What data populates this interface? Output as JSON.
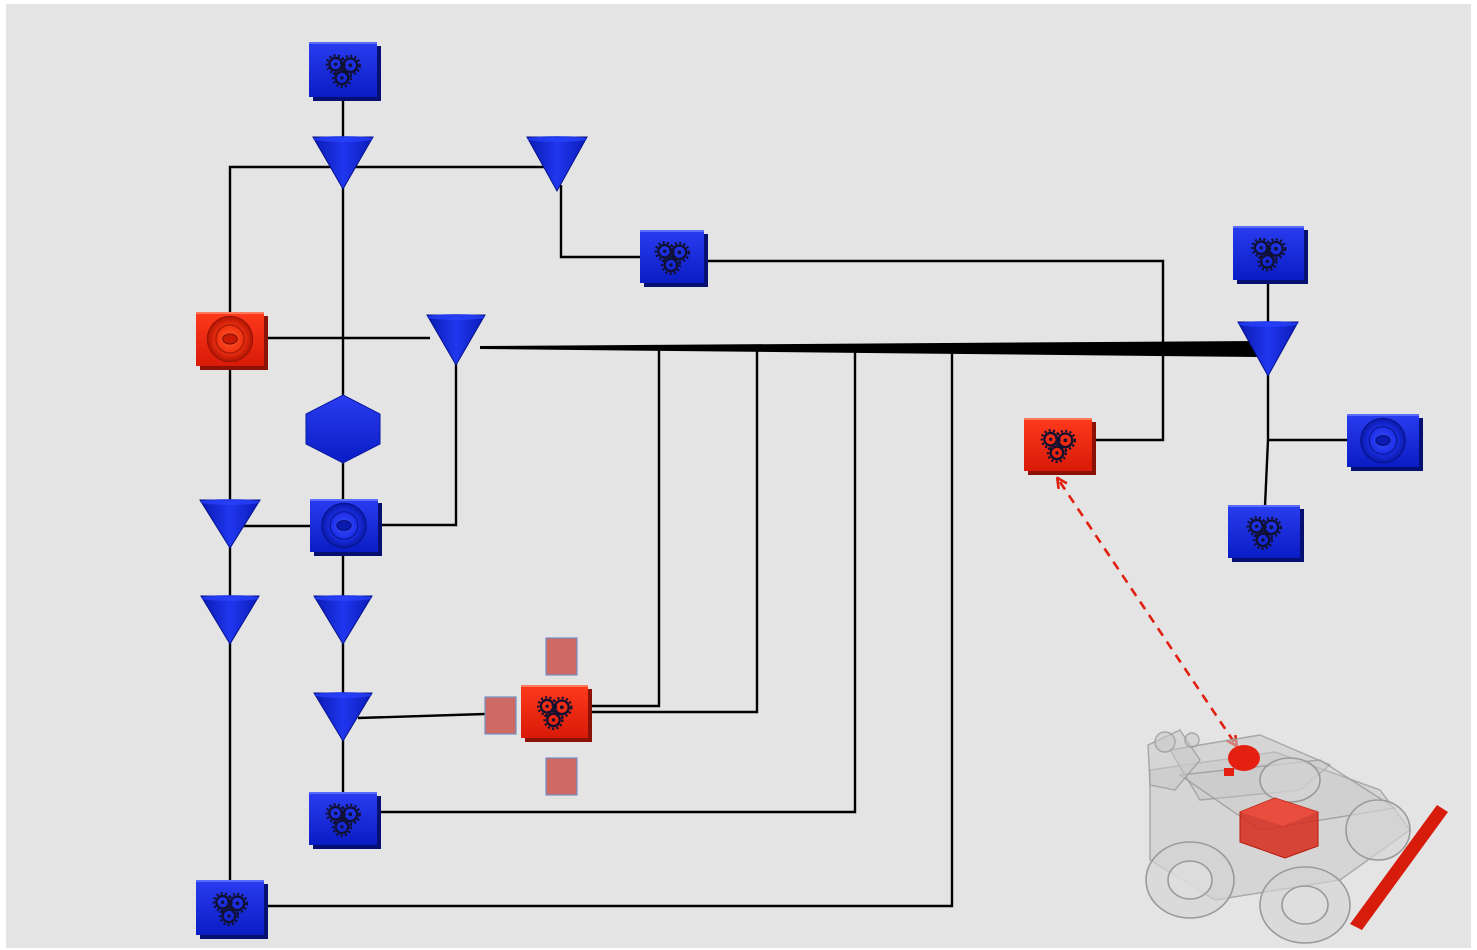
{
  "diagram": {
    "colors": {
      "background": "#e4e4e4",
      "line": "#000000",
      "blue_component": "#0b22d8",
      "red_component": "#e8200c",
      "port": "#cd6a64",
      "vehicle_body": "#bfbfbf",
      "vehicle_highlight": "#e02010"
    },
    "nodes": [
      {
        "id": "gear-top",
        "kind": "gear-block",
        "color": "blue"
      },
      {
        "id": "valve-top-center",
        "kind": "valve",
        "color": "blue"
      },
      {
        "id": "valve-top-right",
        "kind": "valve",
        "color": "blue"
      },
      {
        "id": "gear-upper-mid",
        "kind": "gear-block",
        "color": "blue"
      },
      {
        "id": "disc-red-left",
        "kind": "disc-block",
        "color": "red"
      },
      {
        "id": "valve-mid",
        "kind": "valve",
        "color": "blue"
      },
      {
        "id": "hexagon-hub",
        "kind": "hexagon",
        "color": "blue"
      },
      {
        "id": "valve-left-1",
        "kind": "valve",
        "color": "blue"
      },
      {
        "id": "disc-blue-center",
        "kind": "disc-block",
        "color": "blue"
      },
      {
        "id": "valve-left-2",
        "kind": "valve",
        "color": "blue"
      },
      {
        "id": "valve-center-2",
        "kind": "valve",
        "color": "blue"
      },
      {
        "id": "valve-center-3",
        "kind": "valve",
        "color": "blue"
      },
      {
        "id": "gear-red-center",
        "kind": "gear-block",
        "color": "red"
      },
      {
        "id": "gear-lower-center",
        "kind": "gear-block",
        "color": "blue"
      },
      {
        "id": "gear-bottom-left",
        "kind": "gear-block",
        "color": "blue"
      },
      {
        "id": "gear-right-top",
        "kind": "gear-block",
        "color": "blue"
      },
      {
        "id": "valve-right-hub",
        "kind": "valve",
        "color": "blue"
      },
      {
        "id": "disc-blue-right",
        "kind": "disc-block",
        "color": "blue"
      },
      {
        "id": "gear-right-bottom",
        "kind": "gear-block",
        "color": "blue"
      },
      {
        "id": "gear-red-right",
        "kind": "gear-block",
        "color": "red"
      }
    ],
    "ports": [
      {
        "id": "port-top",
        "attached_to": "gear-red-center"
      },
      {
        "id": "port-left",
        "attached_to": "gear-red-center"
      },
      {
        "id": "port-bottom",
        "attached_to": "gear-red-center"
      }
    ],
    "edges": [
      [
        "gear-top",
        "valve-top-center"
      ],
      [
        "valve-top-center",
        "valve-top-right"
      ],
      [
        "valve-top-center",
        "disc-red-left"
      ],
      [
        "valve-top-center",
        "hexagon-hub"
      ],
      [
        "valve-top-right",
        "gear-upper-mid"
      ],
      [
        "gear-upper-mid",
        "gear-red-right"
      ],
      [
        "disc-red-left",
        "valve-mid"
      ],
      [
        "disc-red-left",
        "valve-left-1"
      ],
      [
        "valve-mid",
        "valve-right-hub"
      ],
      [
        "valve-mid",
        "disc-blue-center"
      ],
      [
        "hexagon-hub",
        "disc-blue-center"
      ],
      [
        "valve-left-1",
        "disc-blue-center"
      ],
      [
        "valve-left-1",
        "valve-left-2"
      ],
      [
        "valve-left-2",
        "gear-bottom-left"
      ],
      [
        "disc-blue-center",
        "valve-center-2"
      ],
      [
        "valve-center-2",
        "valve-center-3"
      ],
      [
        "valve-center-3",
        "gear-lower-center"
      ],
      [
        "valve-center-3",
        "port-left"
      ],
      [
        "gear-red-center",
        "valve-right-hub"
      ],
      [
        "gear-lower-center",
        "valve-right-hub"
      ],
      [
        "gear-bottom-left",
        "valve-right-hub"
      ],
      [
        "gear-right-top",
        "valve-right-hub"
      ],
      [
        "valve-right-hub",
        "disc-blue-right"
      ],
      [
        "valve-right-hub",
        "gear-right-bottom"
      ]
    ],
    "association": {
      "from": "gear-red-right",
      "to": "vehicle-highlighted-part",
      "style": "dashed-double-arrow",
      "color": "red"
    },
    "vehicle": {
      "kind": "agricultural-vehicle-ghosted",
      "highlighted_parts": [
        "engine-dome",
        "center-box",
        "front-blade"
      ]
    }
  }
}
